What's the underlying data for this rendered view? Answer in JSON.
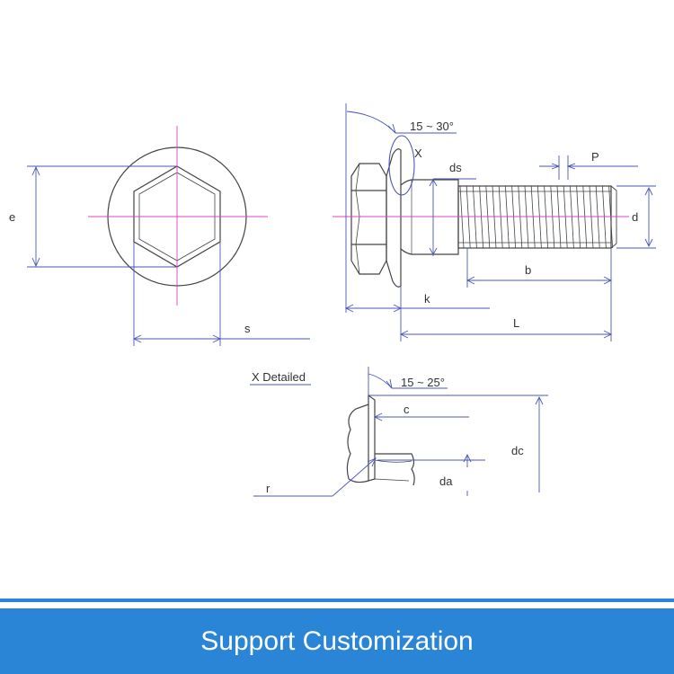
{
  "diagram": {
    "labels": {
      "e": "e",
      "s": "s",
      "angle_head": "15 ~ 30°",
      "x": "X",
      "ds": "ds",
      "p": "P",
      "d": "d",
      "b": "b",
      "k": "k",
      "L": "L",
      "x_detailed": "X Detailed",
      "angle_detail": "15 ~ 25°",
      "c": "c",
      "dc": "dc",
      "r": "r",
      "da": "da"
    },
    "colors": {
      "outline": "#444444",
      "centerline": "#e040c8",
      "dimension": "#4a56b8",
      "banner": "#2b85d6"
    }
  },
  "banner": {
    "text": "Support Customization"
  }
}
